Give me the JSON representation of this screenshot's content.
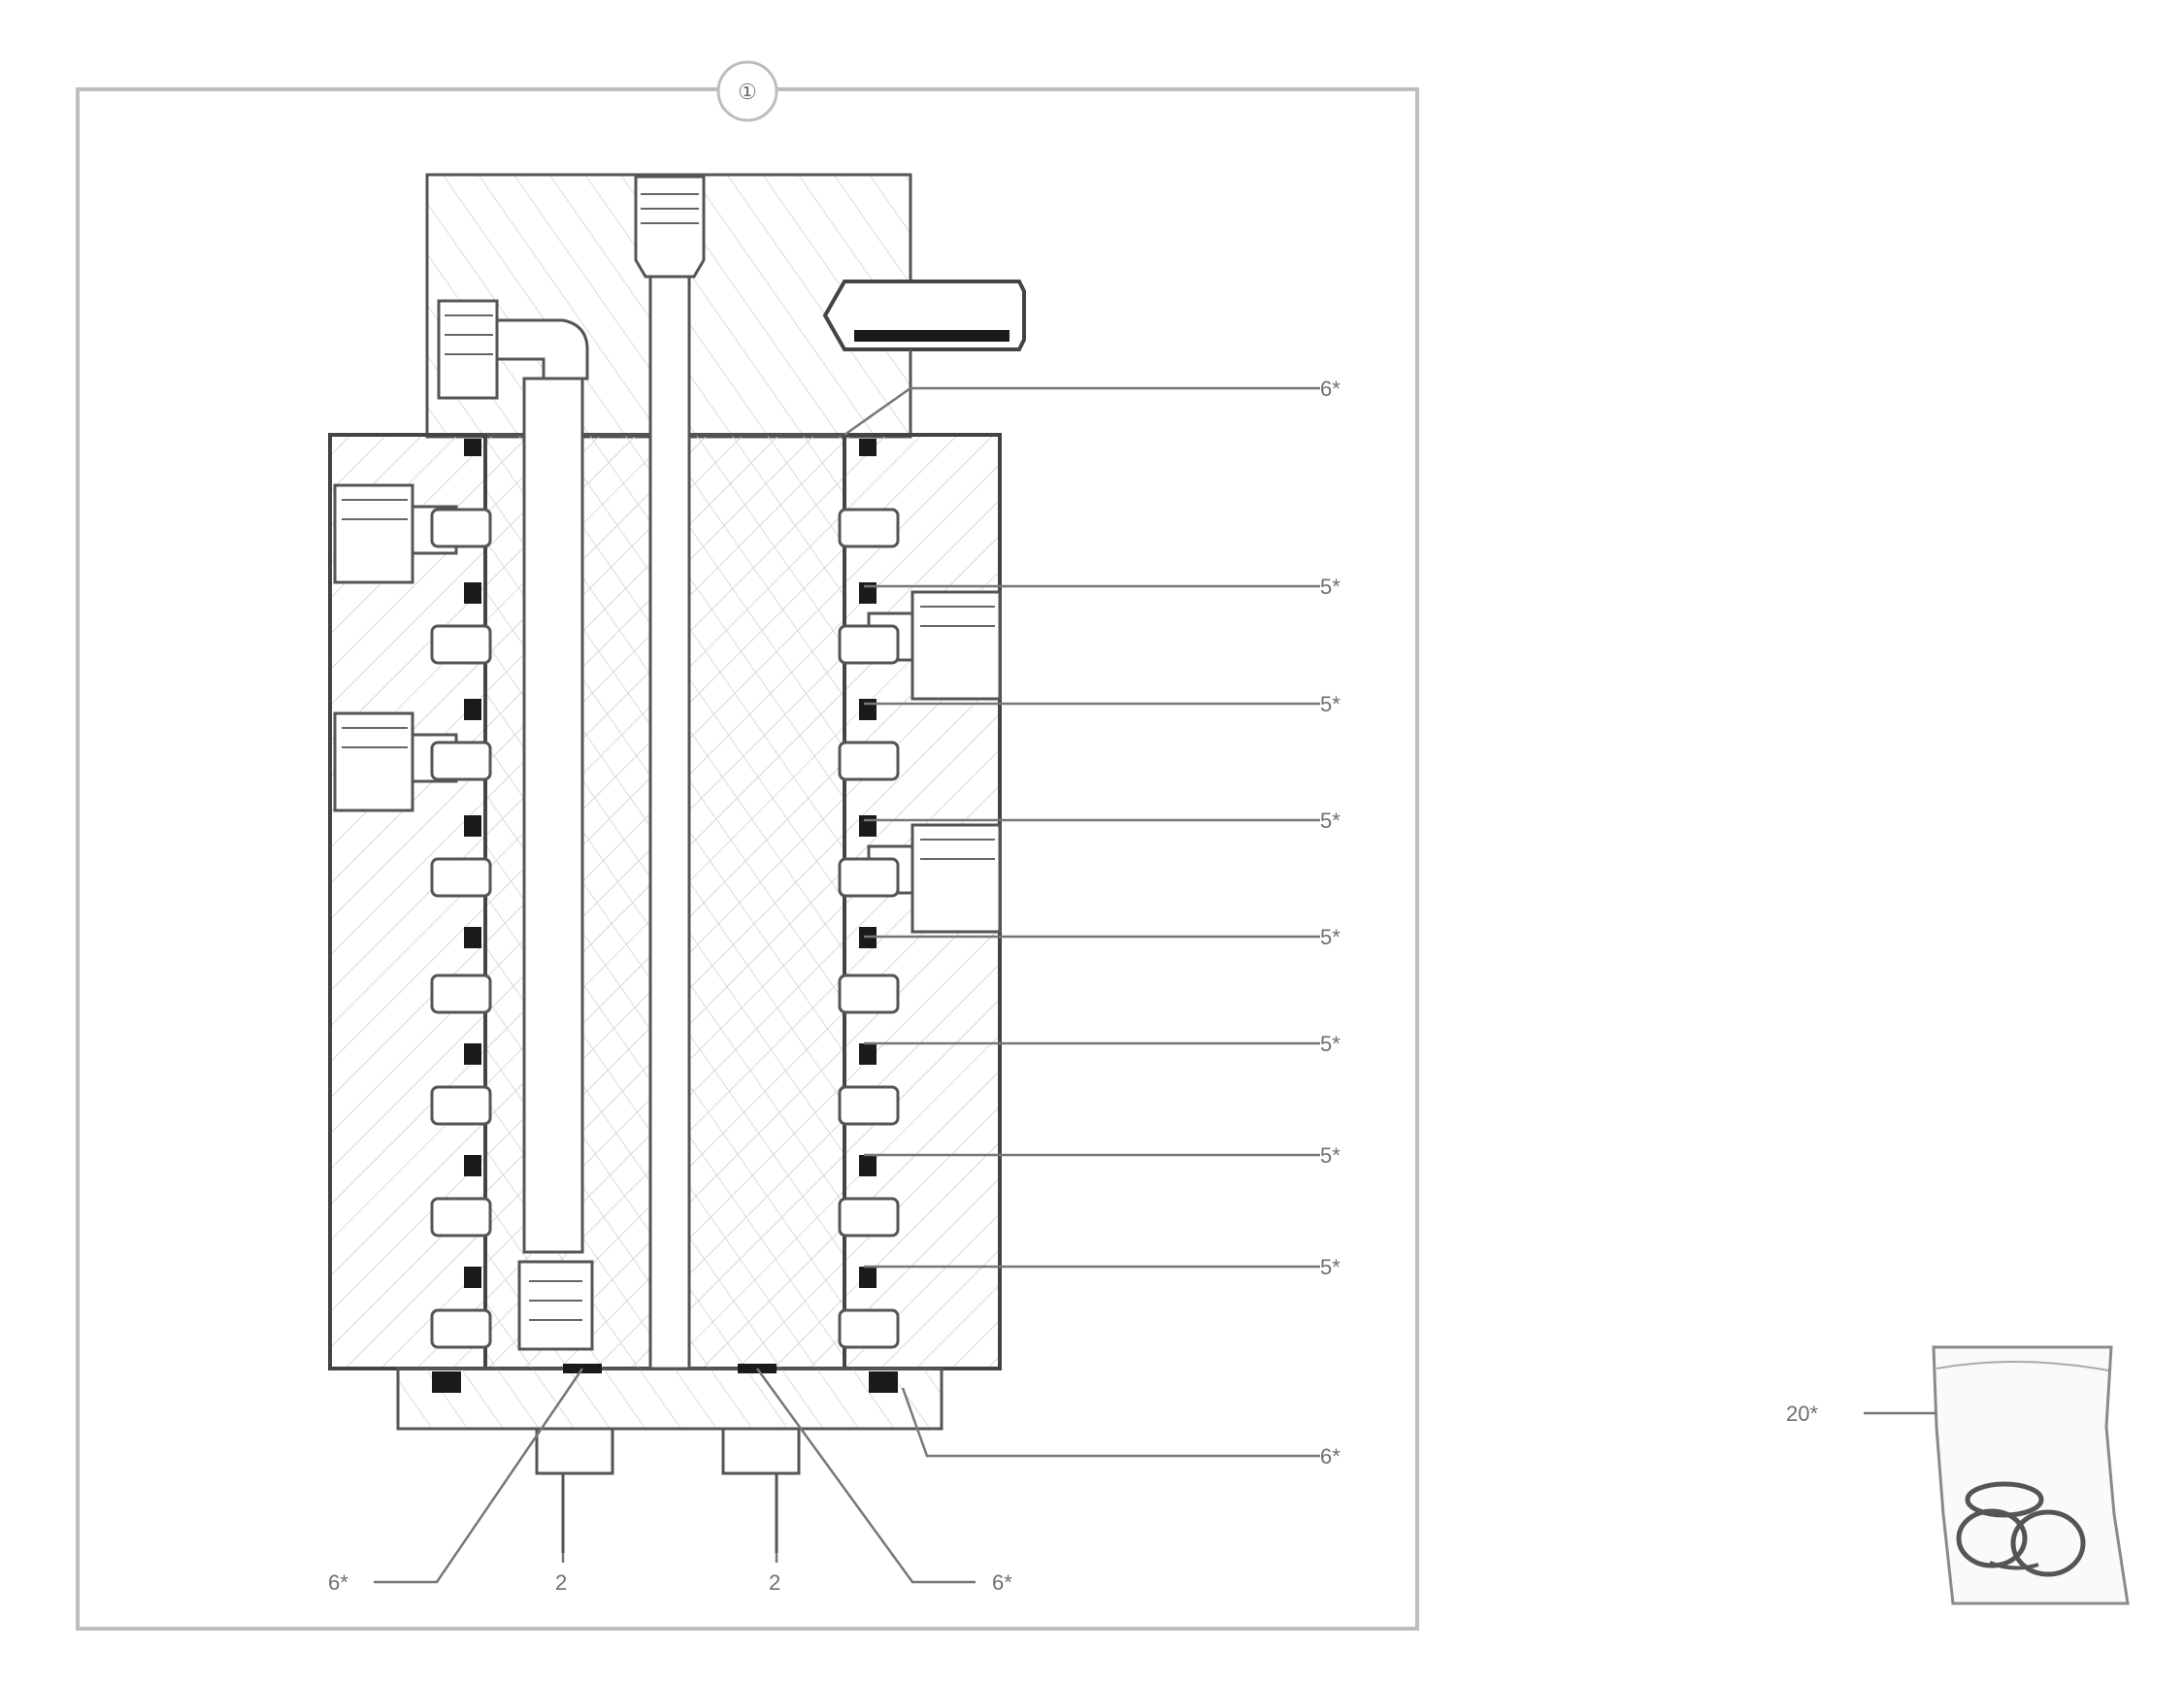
{
  "figure": {
    "frame_marker": "①"
  },
  "callouts": {
    "right": [
      "6*",
      "5*",
      "5*",
      "5*",
      "5*",
      "5*",
      "5*",
      "5*",
      "6*"
    ],
    "bottom": [
      "6*",
      "2",
      "2",
      "6*"
    ],
    "kit": "20*"
  },
  "colors": {
    "line": "#8c8c8c",
    "dark": "#1a1a1a",
    "hatch": "#c8c8c8",
    "label": "#6f6f6f"
  }
}
